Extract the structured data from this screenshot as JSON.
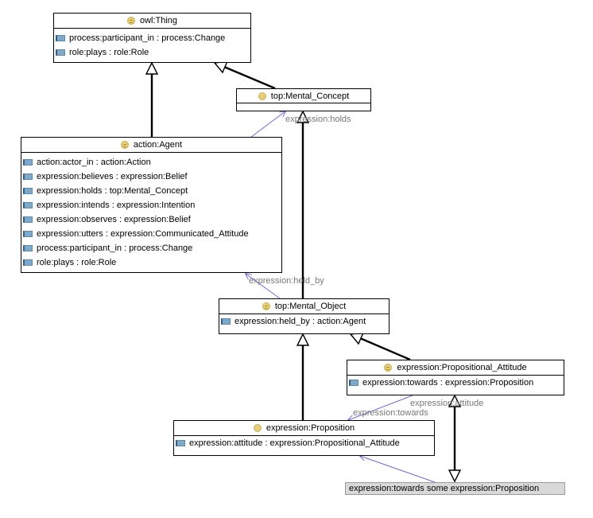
{
  "classes": {
    "owl_thing": {
      "title": "owl:Thing",
      "props": [
        {
          "name": "process:participant_in",
          "range": "process:Change"
        },
        {
          "name": "role:plays",
          "range": "role:Role"
        }
      ]
    },
    "mental_concept": {
      "title": "top:Mental_Concept"
    },
    "agent": {
      "title": "action:Agent",
      "props": [
        {
          "name": "action:actor_in",
          "range": "action:Action"
        },
        {
          "name": "expression:believes",
          "range": "expression:Belief"
        },
        {
          "name": "expression:holds",
          "range": "top:Mental_Concept"
        },
        {
          "name": "expression:intends",
          "range": "expression:Intention"
        },
        {
          "name": "expression:observes",
          "range": "expression:Belief"
        },
        {
          "name": "expression:utters",
          "range": "expression:Communicated_Attitude"
        },
        {
          "name": "process:participant_in",
          "range": "process:Change"
        },
        {
          "name": "role:plays",
          "range": "role:Role"
        }
      ]
    },
    "mental_object": {
      "title": "top:Mental_Object",
      "props": [
        {
          "name": "expression:held_by",
          "range": "action:Agent"
        }
      ]
    },
    "prop_attitude": {
      "title": "expression:Propositional_Attitude",
      "props": [
        {
          "name": "expression:towards",
          "range": "expression:Proposition"
        }
      ]
    },
    "proposition": {
      "title": "expression:Proposition",
      "props": [
        {
          "name": "expression:attitude",
          "range": "expression:Propositional_Attitude"
        }
      ]
    }
  },
  "edge_labels": {
    "holds": "expression:holds",
    "held_by": "expression:held_by",
    "attitude": "expression:attitude",
    "towards": "expression:towards"
  },
  "restriction": "expression:towards some expression:Proposition",
  "colors": {
    "icon_class": "#e6cf7a",
    "icon_property": "#7fa9c9",
    "object_edge": "#6a6ad6",
    "label_gray": "#777777",
    "restriction_bg": "#d9d9d9"
  }
}
